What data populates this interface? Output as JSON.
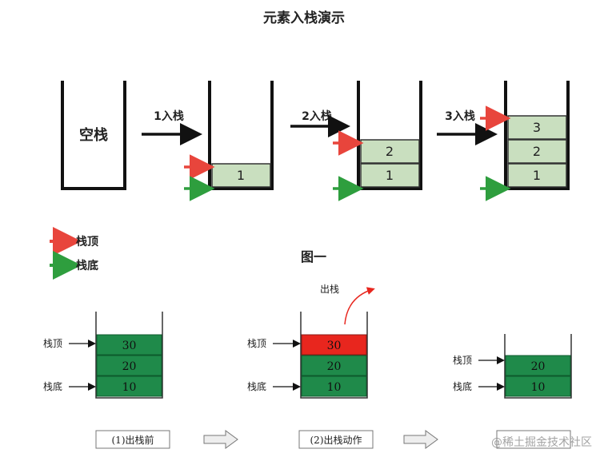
{
  "top": {
    "title": "元素入栈演示",
    "empty_label": "空栈",
    "steps": [
      "1入栈",
      "2入栈",
      "3入栈"
    ],
    "stack_elements": [
      "1",
      "2",
      "3"
    ],
    "figure_label": "图一",
    "legend": {
      "top_label": "栈顶",
      "bottom_label": "栈底"
    }
  },
  "bottom": {
    "pop_label": "出栈",
    "top_label": "栈顶",
    "bottom_label": "栈底",
    "values": [
      "30",
      "20",
      "10"
    ],
    "captions": [
      "(1)出栈前",
      "(2)出栈动作"
    ]
  },
  "watermark": "@稀土掘金技术社区",
  "colors": {
    "red_arrow": "#e8453c",
    "green_arrow": "#2e9e3e",
    "pale_green": "#c9dfbf",
    "stack_green": "#1f8a4a",
    "pop_red": "#e8261e"
  }
}
